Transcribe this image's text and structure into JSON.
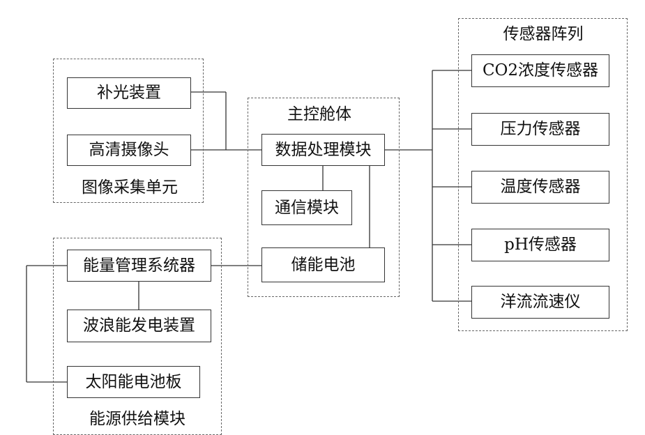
{
  "groups": {
    "image_unit": {
      "label": "图像采集单元",
      "items": {
        "fill_light": "补光装置",
        "hd_camera": "高清摄像头"
      }
    },
    "main_cabin": {
      "label": "主控舱体",
      "items": {
        "data_processing": "数据处理模块",
        "communication": "通信模块",
        "storage_battery": "储能电池"
      }
    },
    "sensor_array": {
      "label": "传感器阵列",
      "items": {
        "co2_sensor": "CO2浓度传感器",
        "pressure_sensor": "压力传感器",
        "temperature_sensor": "温度传感器",
        "ph_sensor": "pH传感器",
        "current_meter": "洋流流速仪"
      }
    },
    "energy_module": {
      "label": "能源供给模块",
      "items": {
        "energy_manager": "能量管理系统器",
        "wave_generator": "波浪能发电装置",
        "solar_panel": "太阳能电池板"
      }
    }
  },
  "colors": {
    "line": "#333333",
    "group_border": "#666666",
    "background": "#ffffff"
  }
}
